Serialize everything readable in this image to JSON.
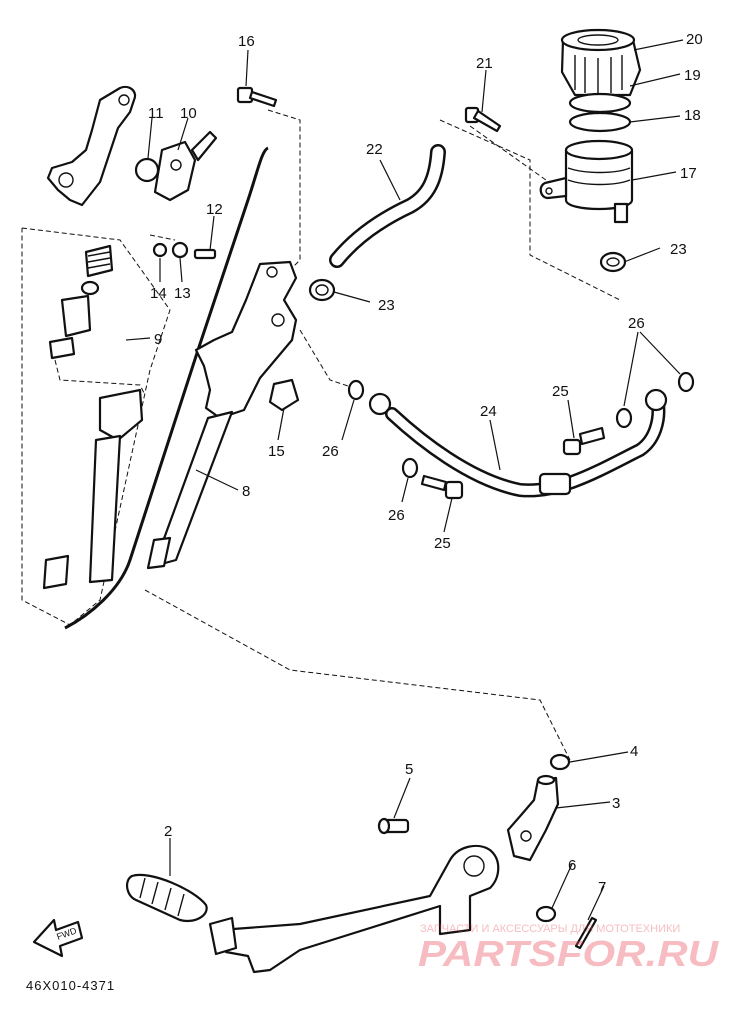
{
  "callouts": [
    "2",
    "3",
    "4",
    "5",
    "6",
    "7",
    "8",
    "9",
    "10",
    "11",
    "12",
    "13",
    "14",
    "15",
    "16",
    "17",
    "18",
    "19",
    "20",
    "21",
    "22",
    "23",
    "24",
    "25",
    "26"
  ],
  "diagram_code": "46X010-4371",
  "fwd_label": "FWD",
  "watermark": {
    "caption": "ЗАПЧАСТИ И АКСЕССУАРЫ ДЛЯ МОТОТЕХНИКИ",
    "brand": "PARTSFOR.RU",
    "color": "#e8434f"
  }
}
